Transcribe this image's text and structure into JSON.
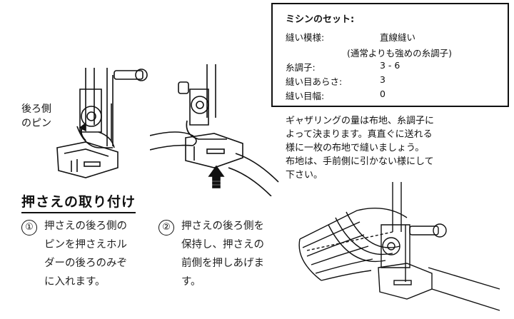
{
  "settings": {
    "title": "ミシンのセット:",
    "rows": [
      {
        "label": "縫い模様:",
        "value": "直線縫い"
      },
      {
        "label": "糸調子:",
        "value": "3 - 6"
      },
      {
        "label": "縫い目あらさ:",
        "value": "3"
      },
      {
        "label": "縫い目幅:",
        "value": "0"
      }
    ],
    "note": "(通常よりも強めの糸調子)"
  },
  "illustration": {
    "rear_pin_label_line1": "後ろ側",
    "rear_pin_label_line2": "のピン"
  },
  "heading": "押さえの取り付け",
  "steps": [
    {
      "number": "①",
      "lines": [
        "押さえの後ろ側の",
        "ピンを押さえホル",
        "ダーの後ろのみぞ",
        "に入れます。"
      ]
    },
    {
      "number": "②",
      "lines": [
        "押さえの後ろ側を",
        "保持し、押さえの",
        "前側を押しあげま",
        "す。"
      ]
    }
  ],
  "description": {
    "lines": [
      "ギャザリングの量は布地、糸調子に",
      "よって決まります。真直ぐに送れる",
      "様に一枚の布地で縫いましょう。",
      "布地は、手前側に引かない様にして",
      "下さい。"
    ]
  }
}
